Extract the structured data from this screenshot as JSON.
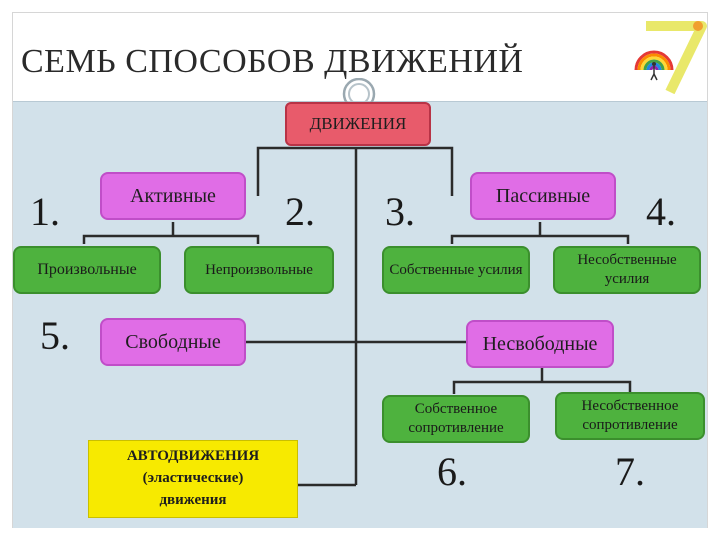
{
  "title": "СЕМЬ СПОСОБОВ ДВИЖЕНИЙ",
  "logo_digit": "7",
  "nodes": {
    "root": "ДВИЖЕНИЯ",
    "active": "Активные",
    "passive": "Пассивные",
    "voluntary": "Произвольные",
    "involuntary": "Непроизвольные",
    "own_effort": "Собственные усилия",
    "external_effort": "Несобственные усилия",
    "free": "Свободные",
    "restricted": "Несвободные",
    "own_resistance": "Собственное сопротивление",
    "external_resistance": "Несобственное сопротивление",
    "auto_line1": "АВТОДВИЖЕНИЯ",
    "auto_line2": "(эластические)",
    "auto_line3": "движения"
  },
  "numbers": {
    "n1": "1.",
    "n2": "2.",
    "n3": "3.",
    "n4": "4.",
    "n5": "5.",
    "n6": "6.",
    "n7": "7."
  },
  "colors": {
    "panel": "#d2e1ea",
    "pink": "#e06de6",
    "green": "#4eb23e",
    "red": "#e85b6b",
    "yellow": "#f7ea00",
    "line": "#2b2b2b"
  }
}
